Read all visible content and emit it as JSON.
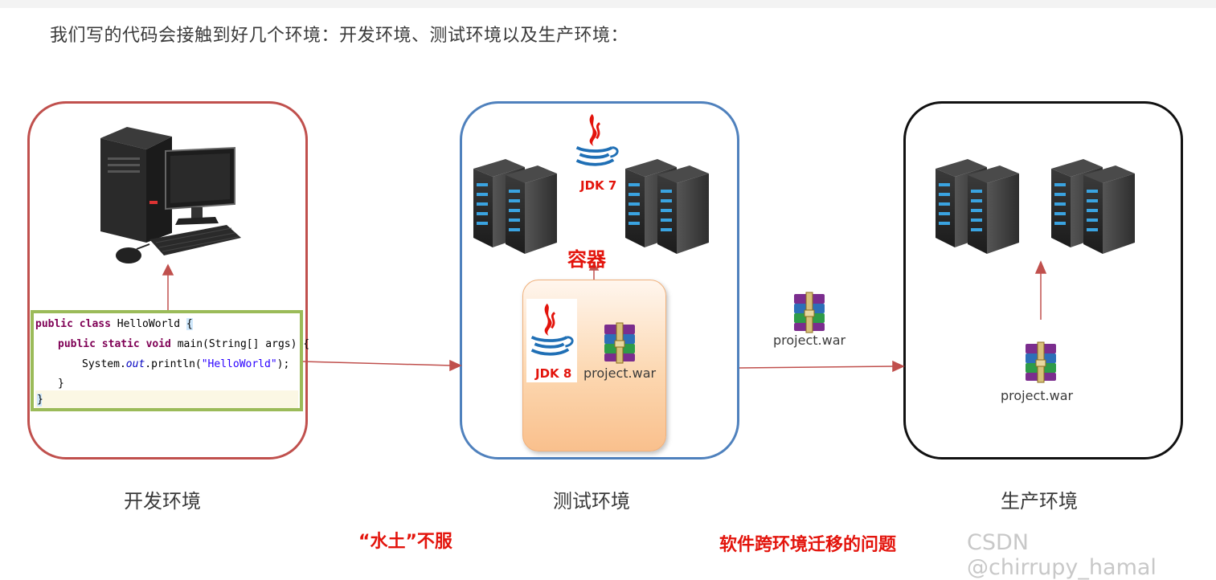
{
  "intro_text": "我们写的代码会接触到好几个环境：开发环境、测试环境以及生产环境：",
  "environments": {
    "dev": {
      "caption": "开发环境"
    },
    "test": {
      "caption": "测试环境"
    },
    "prod": {
      "caption": "生产环境"
    }
  },
  "code": {
    "line1_kw": "public class",
    "line1_rest": " HelloWorld ",
    "line1_brace": "{",
    "line2_kw": "public static void",
    "line2_rest": " main(String[] args) {",
    "line3_a": "System.",
    "line3_field": "out",
    "line3_b": ".println(",
    "line3_str": "\"HelloWorld\"",
    "line3_c": ");",
    "line4": "}",
    "line5": "}"
  },
  "labels": {
    "jdk7": "JDK 7",
    "jdk8": "JDK 8",
    "container": "容器",
    "war_inside": "project.war",
    "war_transfer": "project.war",
    "war_prod": "project.war"
  },
  "notes": {
    "left": "“水土”不服",
    "right": "软件跨环境迁移的问题"
  },
  "watermark": "CSDN @chirrupy_hamal",
  "colors": {
    "dev_border": "#c0504d",
    "test_border": "#4f81bd",
    "prod_border": "#111111",
    "code_border": "#9bbb59",
    "arrow": "#c0504d",
    "highlight_red": "#e3140c"
  },
  "icons": [
    "computer-icon",
    "server-icon",
    "java-logo-icon",
    "archive-icon"
  ]
}
